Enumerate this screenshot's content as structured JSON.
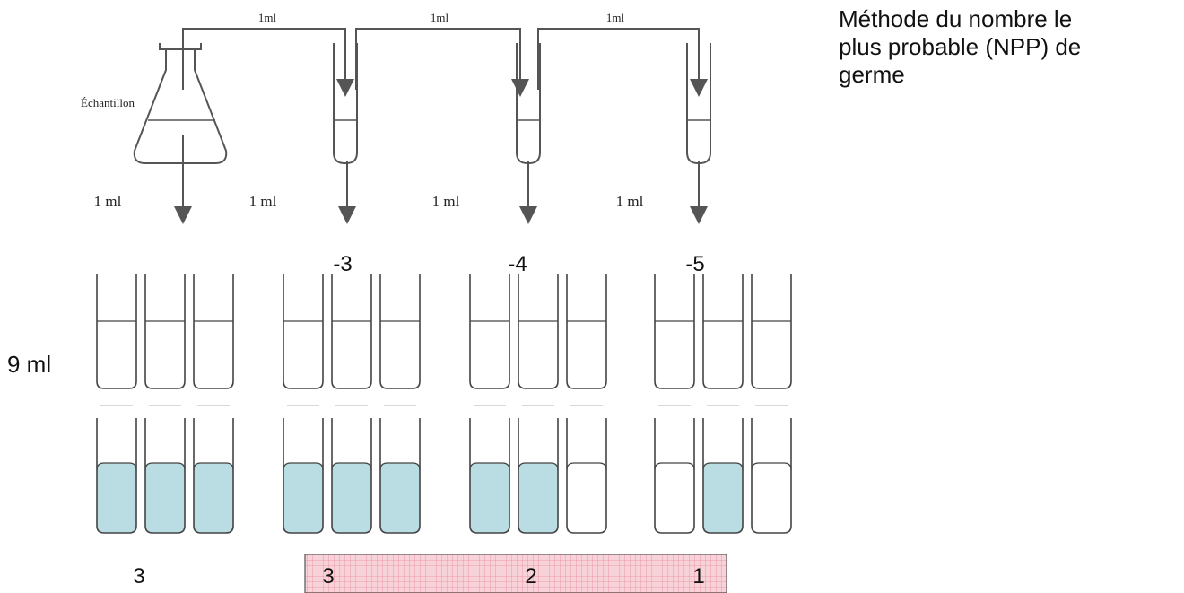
{
  "title_lines": [
    "Méthode du nombre le",
    "plus probable  (NPP) de",
    "germe"
  ],
  "transfer_labels": [
    "1ml",
    "1ml",
    "1ml"
  ],
  "sample_label": "Échantillon",
  "inoculum_labels": [
    "1 ml",
    "1 ml",
    "1 ml",
    "1 ml"
  ],
  "dilution_labels": [
    "-3",
    "-4",
    "-5"
  ],
  "volume_label": "9 ml",
  "groups": [
    {
      "positives": [
        true,
        true,
        true
      ],
      "count": "3"
    },
    {
      "positives": [
        true,
        true,
        true
      ],
      "count": "3"
    },
    {
      "positives": [
        true,
        true,
        false
      ],
      "count": "2"
    },
    {
      "positives": [
        false,
        true,
        false
      ],
      "count": "1"
    }
  ],
  "colors": {
    "positive": "#b9dde2",
    "band": "#f5c7cf",
    "band_grid": "#e98a9a",
    "line": "#444444"
  }
}
